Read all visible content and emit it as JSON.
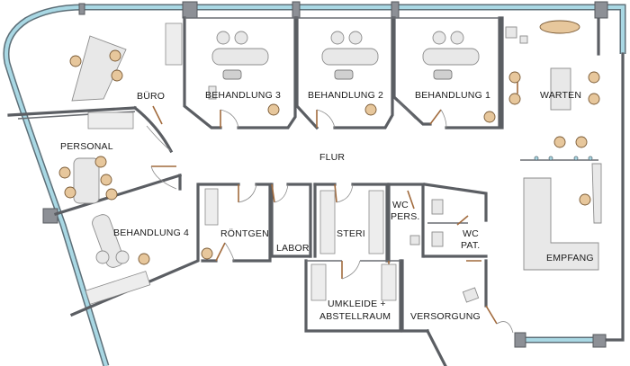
{
  "rooms": {
    "buero": "BÜRO",
    "behandlung3": "BEHANDLUNG 3",
    "behandlung2": "BEHANDLUNG 2",
    "behandlung1": "BEHANDLUNG 1",
    "warten": "WARTEN",
    "personal": "PERSONAL",
    "flur": "FLUR",
    "behandlung4": "BEHANDLUNG 4",
    "roentgen": "RÖNTGEN",
    "labor": "LABOR",
    "steri": "STERI",
    "wc_pers_1": "WC",
    "wc_pers_2": "PERS.",
    "wc_pat_1": "WC",
    "wc_pat_2": "PAT.",
    "empfang": "EMPFANG",
    "umkleide_1": "UMKLEIDE +",
    "umkleide_2": "ABSTELLRAUM",
    "versorgung": "VERSORGUNG"
  }
}
